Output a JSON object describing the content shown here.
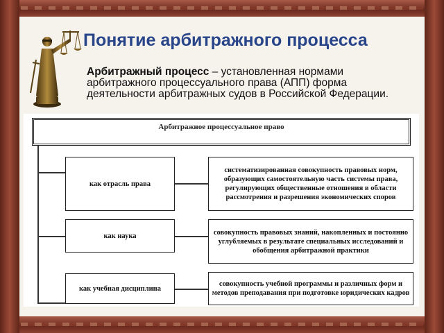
{
  "header": {
    "title": "Понятие арбитражного процесса"
  },
  "intro": {
    "term": "Арбитражный процесс",
    "definition": " – установленная нормами арбитражного процессуального права (АПП) форма деятельности арбитражных судов в Российской Федерации."
  },
  "diagram": {
    "root": "Арбитражное процессуальное право",
    "rows": [
      {
        "aspect": "как отрасль права",
        "description": "систематизированная совокупность правовых норм, образующих самостоятельную часть системы права, регулирующих общественные отношения в области рассмотрения и разрешения экономических споров"
      },
      {
        "aspect": "как наука",
        "description": "совокупность правовых знаний, накопленных и постоянно углубляемых в результате специальных исследований и обобщения арбитражной практики"
      },
      {
        "aspect": "как учебная дисциплина",
        "description": "совокупность учебной программы и различных форм и методов преподавания при подготовке юридических кадров"
      }
    ]
  },
  "decoration": {
    "statue_icon": "themis-justice-statue-icon",
    "frame_color": "#7a3a2e",
    "title_color": "#28458a"
  }
}
